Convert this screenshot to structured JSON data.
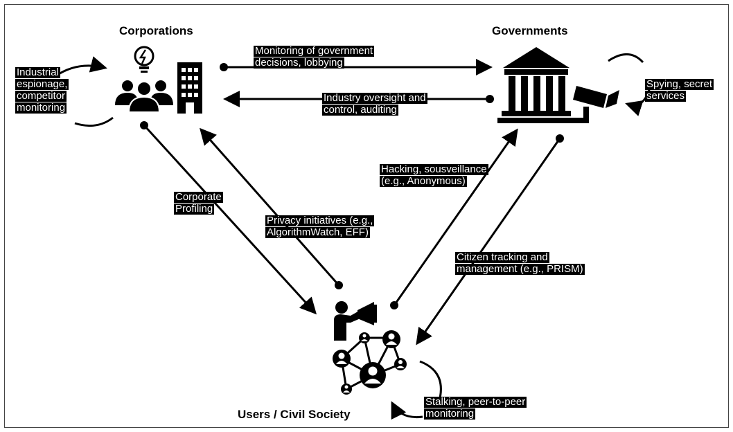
{
  "nodes": {
    "corporations": "Corporations",
    "governments": "Governments",
    "users": "Users / Civil Society"
  },
  "labels": {
    "industrial_espionage": [
      "Industrial",
      "espionage,",
      "competitor",
      "monitoring"
    ],
    "monitoring_government": [
      "Monitoring of government",
      "decisions, lobbying"
    ],
    "industry_oversight": [
      "Industry oversight and",
      "control, auditing"
    ],
    "spying": [
      "Spying, secret",
      "services"
    ],
    "corporate_profiling": [
      "Corporate",
      "Profiling"
    ],
    "privacy_initiatives": [
      "Privacy initiatives (e.g.,",
      "AlgorithmWatch, EFF)"
    ],
    "hacking": [
      "Hacking, sousveillance",
      "(e.g., Anonymous)"
    ],
    "citizen_tracking": [
      "Citizen tracking and",
      "management (e.g., PRISM)"
    ],
    "stalking": [
      "Stalking, peer-to-peer",
      "monitoring"
    ]
  },
  "colors": {
    "ink": "#000000",
    "label_bg": "#000000",
    "label_text": "#ffffff"
  },
  "icons": [
    "lightbulb-icon",
    "people-group-icon",
    "office-building-icon",
    "government-building-icon",
    "security-camera-icon",
    "activist-megaphone-icon",
    "social-network-icon"
  ]
}
